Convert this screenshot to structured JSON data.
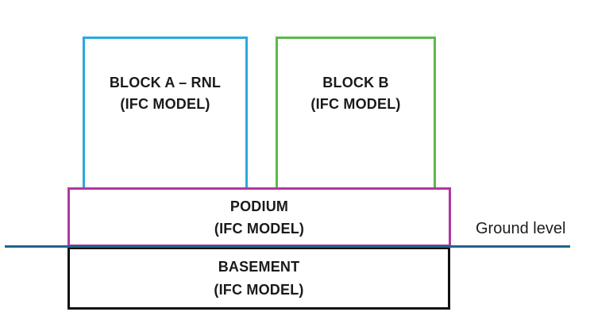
{
  "diagram": {
    "blocks": [
      {
        "id": "block-a",
        "line1": "BLOCK A – RNL",
        "line2": "(IFC MODEL)",
        "border_color": "#29A9E0"
      },
      {
        "id": "block-b",
        "line1": "BLOCK B",
        "line2": "(IFC MODEL)",
        "border_color": "#5BB94A"
      },
      {
        "id": "podium",
        "line1": "PODIUM",
        "line2": "(IFC MODEL)",
        "border_color": "#B0399F"
      },
      {
        "id": "basement",
        "line1": "BASEMENT",
        "line2": "(IFC MODEL)",
        "border_color": "#111111"
      }
    ],
    "ground_line": {
      "label": "Ground level",
      "color": "#20648C"
    },
    "text_color": "#1a1a1a",
    "background_color": "#ffffff"
  }
}
